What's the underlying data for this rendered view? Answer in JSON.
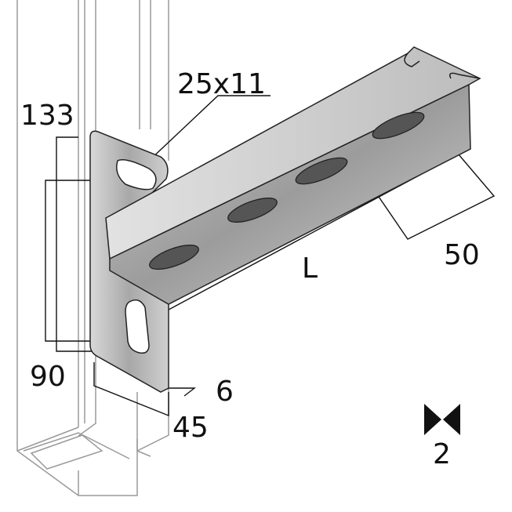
{
  "dimensions": {
    "slot_size": "25x11",
    "plate_height": "133",
    "hole_spacing": "90",
    "thickness": "6",
    "plate_width": "45",
    "length": "L",
    "arm_slot_pitch": "50"
  },
  "packaging": {
    "icon": "bowtie-pack-icon",
    "quantity": "2"
  }
}
